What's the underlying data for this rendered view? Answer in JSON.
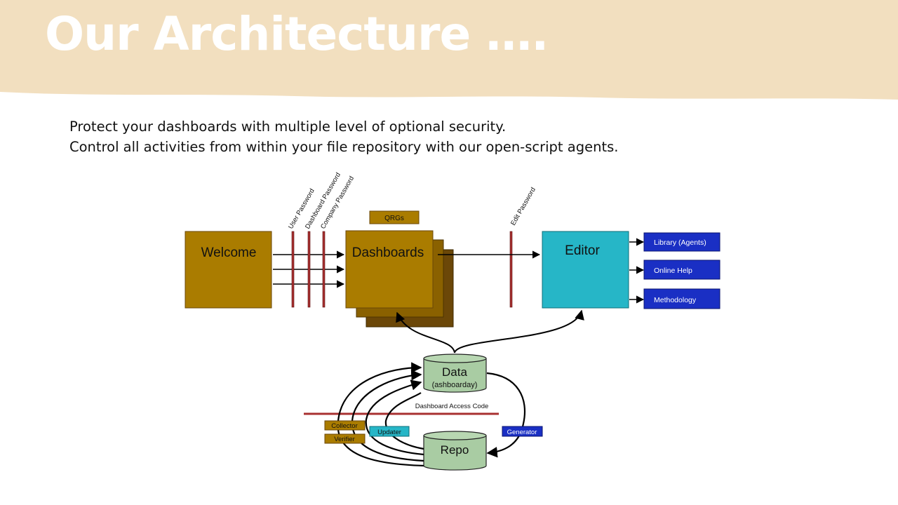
{
  "slide": {
    "title": "Our Architecture ….",
    "intro_lines": [
      "Protect your dashboards with multiple level of optional security.",
      "Control all activities from within your file repository with our open-script agents."
    ]
  },
  "diagram": {
    "welcome": "Welcome",
    "dashboards": "Dashboards",
    "qrgs": "QRGs",
    "editor": "Editor",
    "passwords": {
      "user": "User Password",
      "dashboard": "Dashboard Password",
      "company": "Company Password",
      "edit": "Edit Password"
    },
    "editor_links": [
      "Library (Agents)",
      "Online Help",
      "Methodology"
    ],
    "data_store": {
      "title": "Data",
      "subtitle": "(ashboarday)"
    },
    "repo_store": "Repo",
    "access_code": "Dashboard Access Code",
    "agents": {
      "collector": "Collector",
      "verifier": "Verifier",
      "updater": "Updater",
      "generator": "Generator"
    }
  },
  "colors": {
    "banner": "#f2dfbf",
    "gold": "#aa7c00",
    "gold_dark": "#8a6100",
    "brown": "#6b4708",
    "teal": "#26b6c7",
    "blue": "#1a2fc4",
    "cylinder": "#a9cca3",
    "password_bar": "#a83030"
  }
}
